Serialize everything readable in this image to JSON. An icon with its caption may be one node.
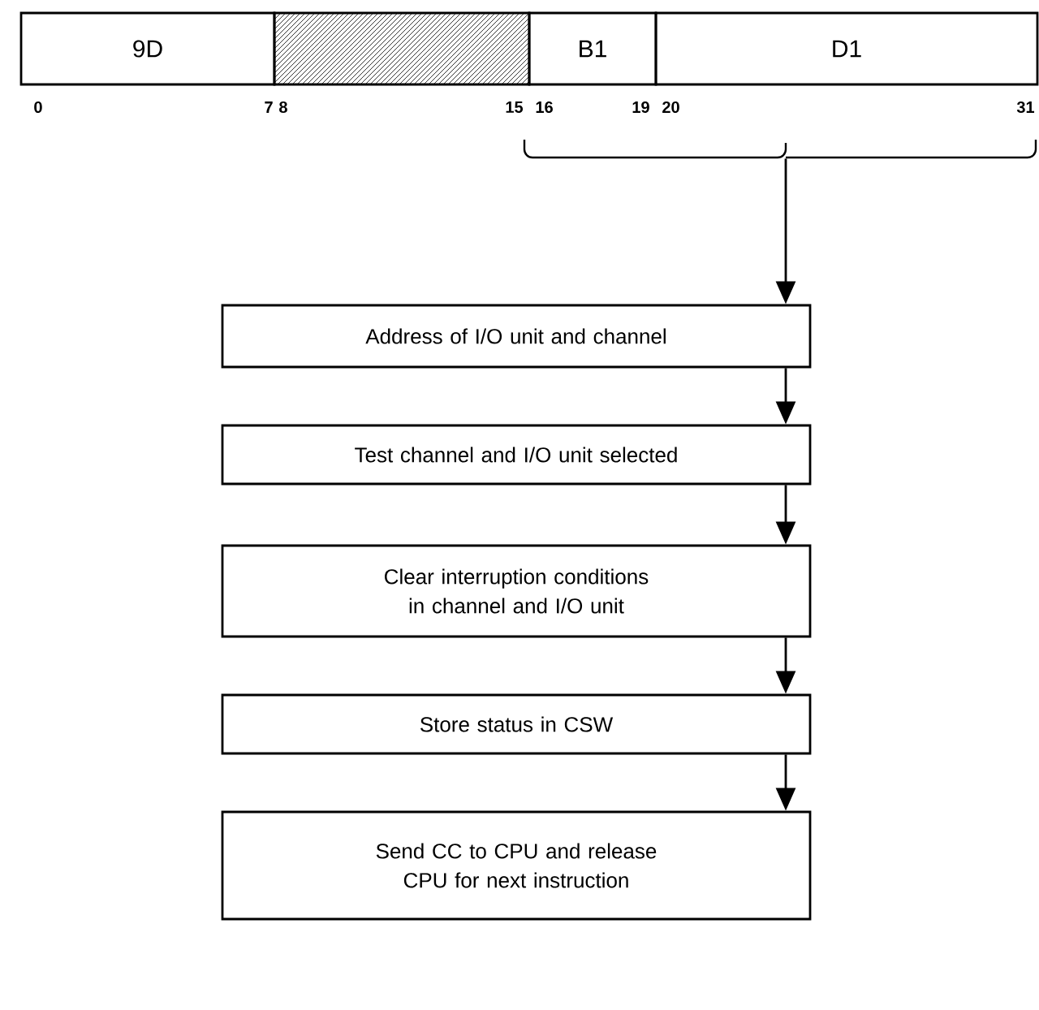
{
  "diagram": {
    "nodes": [
      {
        "text": [
          "9D"
        ]
      },
      {
        "text": [],
        "shape": "box"
      },
      {
        "text": [
          "B1"
        ]
      },
      {
        "text": [
          "D1"
        ]
      },
      {
        "text": [],
        "shape": "brace"
      },
      {
        "text": [
          "Address of I/O unit and channel"
        ]
      },
      {
        "text": [
          "Test channel and I/O unit selected"
        ]
      },
      {
        "text": [
          "Clear interruption conditions in channel and I/O unit"
        ]
      },
      {
        "text": [
          "Store status in CSW"
        ]
      },
      {
        "text": [
          "Send CC to CPU and release CPU for next instruction"
        ]
      }
    ],
    "edges": [
      {
        "from": 4,
        "to": 5,
        "arrow": "to"
      },
      {
        "from": 5,
        "to": 6,
        "arrow": "to"
      },
      {
        "from": 6,
        "to": 7,
        "arrow": "to"
      },
      {
        "from": 7,
        "to": 8,
        "arrow": "to"
      },
      {
        "from": 8,
        "to": 9,
        "arrow": "to"
      }
    ],
    "labels": [
      "0",
      "7",
      "8",
      "15",
      "16",
      "19",
      "20",
      "31"
    ]
  }
}
